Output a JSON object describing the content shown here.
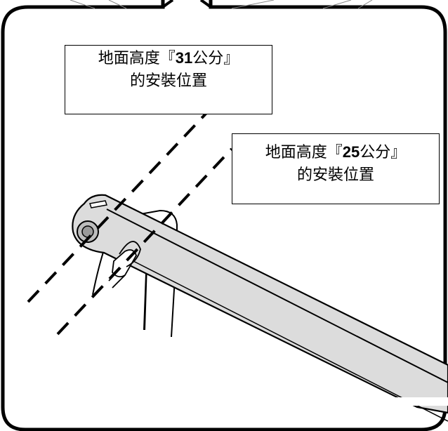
{
  "labels": {
    "height_31": {
      "prefix": "地面高度『",
      "number": "31",
      "suffix": "公分』",
      "line2": "的安裝位置"
    },
    "height_25": {
      "prefix": "地面高度『",
      "number": "25",
      "suffix": "公分』",
      "line2": "的安裝位置"
    }
  },
  "colors": {
    "bar_fill": "#dcdcdc",
    "outline": "#000000",
    "background": "#ffffff"
  }
}
